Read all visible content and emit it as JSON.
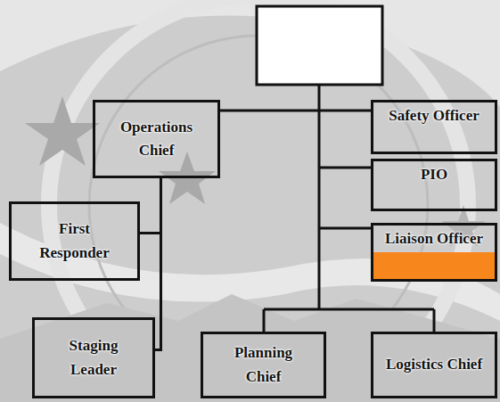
{
  "diagram": {
    "nodes": [
      {
        "text": [
          "Operations Chief"
        ]
      },
      {
        "text": [
          "Safety Officer"
        ]
      },
      {
        "text": [
          "PIO"
        ]
      },
      {
        "text": [
          "First Responder"
        ]
      },
      {
        "text": [
          "Liaison Officer"
        ]
      },
      {
        "text": [
          "Staging Leader"
        ]
      },
      {
        "text": [
          "Planning Chief"
        ]
      },
      {
        "text": [
          "Logistics Chief"
        ]
      }
    ],
    "edges": [
      {
        "from": 0,
        "to": 3,
        "arrow": "none"
      },
      {
        "from": 0,
        "to": 5,
        "arrow": "none"
      }
    ]
  }
}
